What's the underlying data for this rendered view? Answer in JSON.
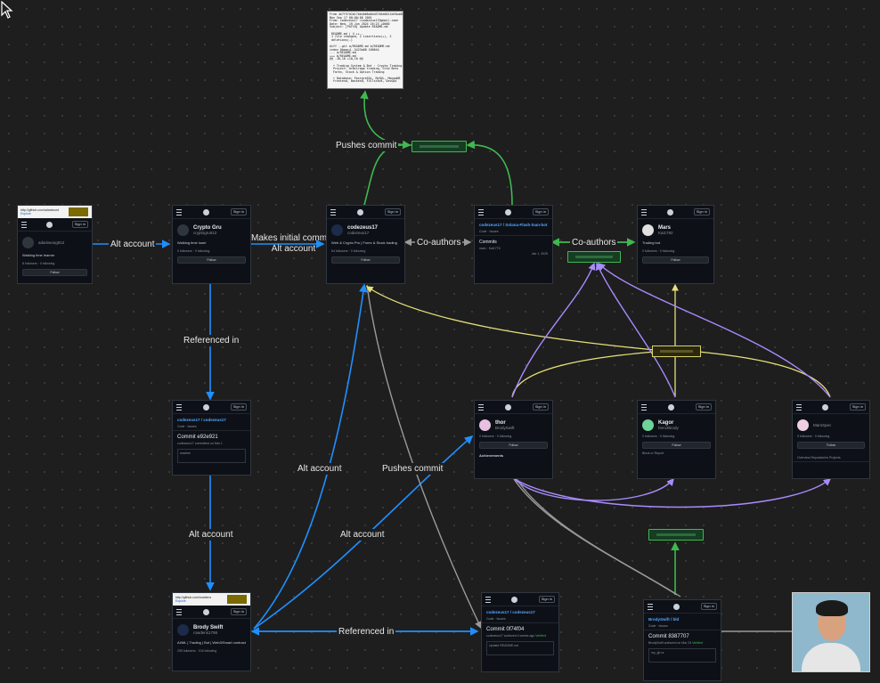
{
  "diagram": {
    "labels": {
      "alt_account_1": "Alt account",
      "referenced_in_1": "Referenced in",
      "alt_account_2": "Alt account",
      "makes_initial": "Makes initial commits\nAlt account",
      "co_authors_1": "Co-authors",
      "co_authors_2": "Co-authors",
      "pushes_commit_top": "Pushes commit",
      "alt_account_3": "Alt account",
      "pushes_commit_mid": "Pushes commit",
      "alt_account_4": "Alt account",
      "referenced_in_2": "Referenced in"
    },
    "edge_colors": {
      "blue": "#1f8fff",
      "green": "#3fb950",
      "gray": "#8b8b8b",
      "yellow": "#e6e07a",
      "purple": "#a98bff"
    },
    "common": {
      "sign_in": "Sign in",
      "follow": "Follow",
      "code_tab": "Code",
      "issues_tab": "Issues"
    }
  },
  "nodes": {
    "ada": {
      "url": "http://github.com/adaniword",
      "link": "Explore",
      "name": "adaniwong912",
      "bio": "Walking time learner",
      "stats": "8 followers · 0 following"
    },
    "crypto": {
      "name": "Crypto Gru",
      "user": "cryptogru012",
      "bio": "Walking time loser",
      "stats": "0 followers · 0 following"
    },
    "codezeus": {
      "name": "codezeus17",
      "user": "codezeus17",
      "bio": "Web & Crypto Pro | Forex & Stock trading",
      "stats": "64 followers · 0 following"
    },
    "solana": {
      "repo": "codezeus17 / Solana-Flash-loan-bot",
      "public": "Public",
      "section": "Commits",
      "branch": "main",
      "who": "Kai1776",
      "date": "Jan 1, 2025"
    },
    "mars": {
      "name": "Mars",
      "user": "Kai1792",
      "bio": "Trading bot",
      "stats": "0 followers · 0 following"
    },
    "commit1": {
      "repo": "codezeus17 / codezeus17",
      "public": "Public",
      "title": "Commit e92e921",
      "meta": "codezeus17 committed on Mar 1",
      "box": "readme"
    },
    "thor": {
      "name": "thor",
      "user": "BrodySwift",
      "stats": "0 followers · 0 following",
      "section": "Achievements"
    },
    "kagor": {
      "name": "Kagor",
      "user": "hero3brody",
      "stats": "0 followers · 0 following",
      "link": "Block or Report"
    },
    "marsspec": {
      "name": "MarsSpec",
      "stats": "0 followers · 0 following",
      "tabs": "Overview  Repositories  Projects"
    },
    "brody": {
      "url": "http://github.com/rowdens",
      "link": "Explore",
      "name": "Brody Swift",
      "user": "rowdens1798",
      "bio": "AI/ML | Trading | Bot | Web3/Smart contract",
      "stats": "295 followers · 104 following"
    },
    "commit2": {
      "repo": "codezeus17 / codezeus17",
      "public": "Public",
      "title": "Commit 0f74f04",
      "meta": "codezeus17 authored 4 weeks ago",
      "verified": "Verified",
      "box": "Update README.md"
    },
    "brodybot": {
      "repo": "BrodySwift / bld",
      "public": "Public",
      "title": "Commit 8387707",
      "meta": "BrodySwift authored on Mar 24",
      "verified": "Verified",
      "box": "my_gh.rs"
    },
    "terminal": {
      "text": "From 4e7f57d1b17bb4b66a64d37b5a0011b91ba8b\nMon Sep 17 00:00:00 2001\nFrom: codezeus17 <codezeus17@gmail.com>\nDate: Wed, 19 Jun 2024 16:23 +0000\nSubject: [PATCH] Update README.md\n\n README.md | 4 ++--\n 1 file changed, 2 insertions(+), 2\n deletions(-)\n\ndiff --git a/README.md b/README.md\nindex 0baac4..5423a68 100644\n--- a/README.md\n+++ b/README.md\n@@ -10,10 +10,10 @@\n\n  • Trading System & Bot · Crypto Trading\n  Project: Arbitrage trading, Grid Bots\n  Forex, Stock & Option Trading\n\n  • Database: PostgreSQL, MySQL, MongoDB\n  Frontend, Backend, Fullstack, DevOps"
    }
  }
}
